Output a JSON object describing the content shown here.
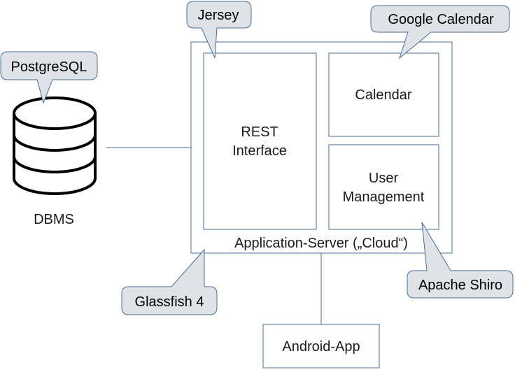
{
  "nodes": {
    "dbms": "DBMS",
    "rest_line1": "REST",
    "rest_line2": "Interface",
    "calendar": "Calendar",
    "user_mgmt_line1": "User",
    "user_mgmt_line2": "Management",
    "app_server": "Application-Server („Cloud“)",
    "android_app": "Android-App"
  },
  "callouts": {
    "postgresql": "PostgreSQL",
    "jersey": "Jersey",
    "google_calendar": "Google Calendar",
    "glassfish": "Glassfish 4",
    "apache_shiro": "Apache Shiro"
  },
  "colors": {
    "stroke": "#4a6d93",
    "callout_fill": "#dfe3e8",
    "callout_stroke": "#4a6d93",
    "db_fill": "#ffffff",
    "db_stroke": "#000000"
  }
}
